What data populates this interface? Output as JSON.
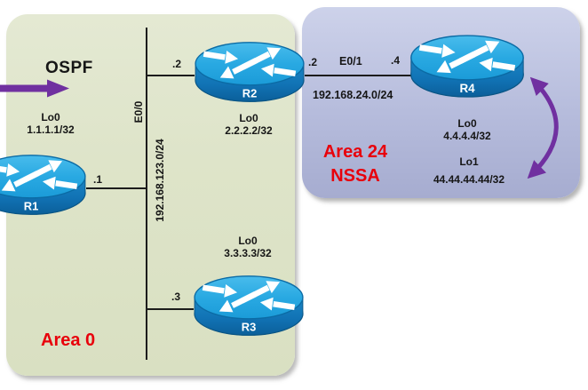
{
  "diagram": {
    "protocol": "OSPF",
    "area0": {
      "label": "Area 0"
    },
    "area24": {
      "name": "Area 24",
      "type": "NSSA"
    },
    "lan": {
      "interface": "E0/0",
      "network": "192.168.123.0/24"
    },
    "serial_link": {
      "interface": "E0/1",
      "network": "192.168.24.0/24"
    },
    "ports": {
      "r1": ".1",
      "r2_lan": ".2",
      "r3": ".3",
      "r2_link": ".2",
      "r4": ".4"
    },
    "routers": {
      "r1": {
        "label": "R1",
        "lo0_name": "Lo0",
        "lo0_ip": "1.1.1.1/32"
      },
      "r2": {
        "label": "R2",
        "lo0_name": "Lo0",
        "lo0_ip": "2.2.2.2/32"
      },
      "r3": {
        "label": "R3",
        "lo0_name": "Lo0",
        "lo0_ip": "3.3.3.3/32"
      },
      "r4": {
        "label": "R4",
        "lo0_name": "Lo0",
        "lo0_ip": "4.4.4.4/32",
        "lo1_name": "Lo1",
        "lo1_ip": "44.44.44.44/32"
      }
    },
    "colors": {
      "area0_fill": "#dee4c9",
      "area24_fill_top": "#cdd2ea",
      "area24_fill_bottom": "#a6acd0",
      "router_top": "#29a9e2",
      "router_side": "#1173b5",
      "arrow_purple": "#7030a0",
      "area_label_red": "#e8000b",
      "line_color": "#1c1c1c"
    }
  }
}
